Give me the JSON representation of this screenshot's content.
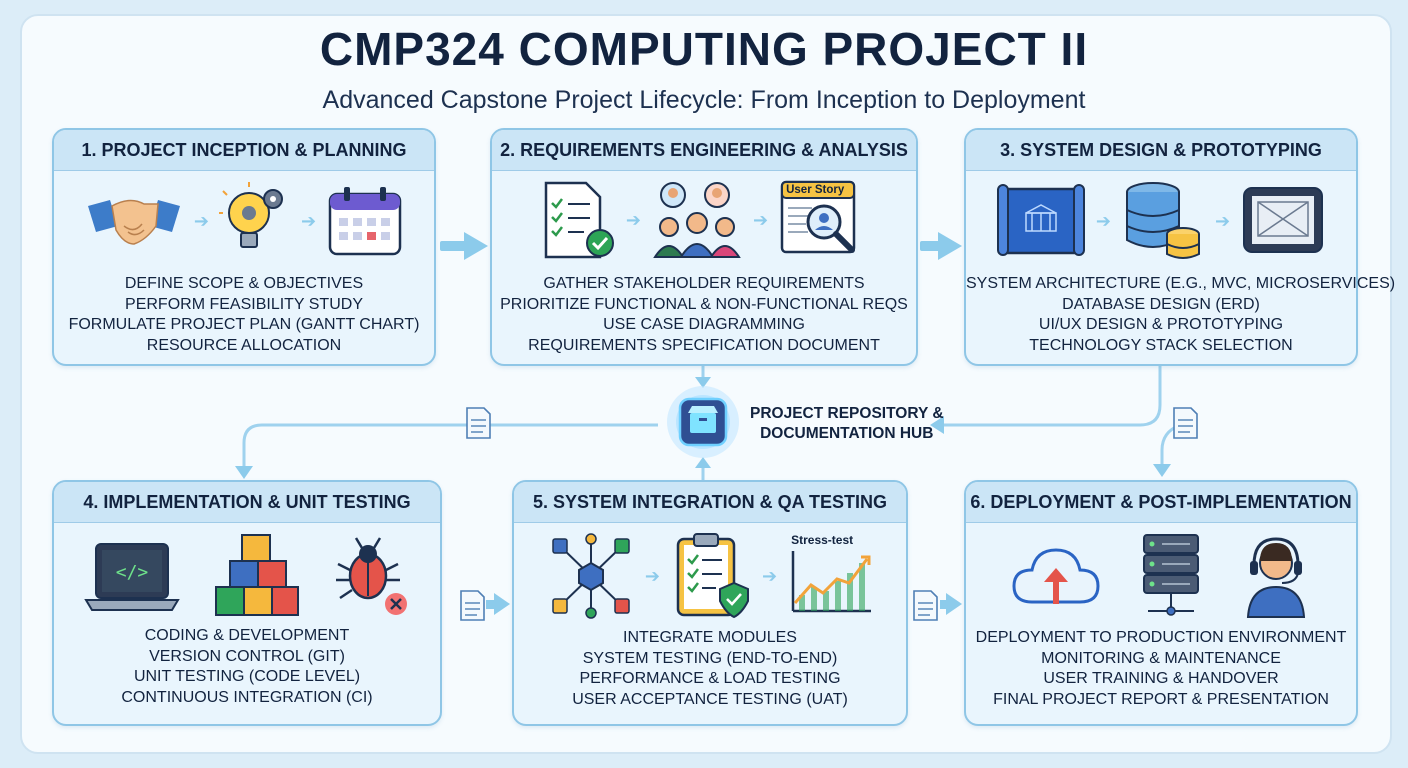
{
  "header": {
    "title": "CMP324 COMPUTING PROJECT II",
    "subtitle": "Advanced Capstone Project Lifecycle: From Inception to Deployment"
  },
  "phases": [
    {
      "title": "1. PROJECT INCEPTION & PLANNING",
      "icons": [
        "handshake-icon",
        "lightbulb-gears-icon",
        "calendar-icon"
      ],
      "items": [
        "Define Scope & Objectives",
        "Perform Feasibility Study",
        "Formulate Project Plan (Gantt Chart)",
        "Resource Allocation"
      ]
    },
    {
      "title": "2. REQUIREMENTS ENGINEERING & ANALYSIS",
      "icons": [
        "checklist-document-icon",
        "stakeholders-icon",
        "user-story-icon"
      ],
      "user_story_label": "User Story",
      "items": [
        "Gather Stakeholder Requirements",
        "Prioritize Functional & Non-Functional Reqs",
        "Use Case Diagramming",
        "Requirements Specification Document"
      ]
    },
    {
      "title": "3. SYSTEM DESIGN & PROTOTYPING",
      "icons": [
        "blueprint-icon",
        "database-icon",
        "tablet-wireframe-icon"
      ],
      "items": [
        "System Architecture (e.g., MVC, Microservices)",
        "Database Design (ERD)",
        "UI/UX Design & Prototyping",
        "Technology Stack Selection"
      ]
    },
    {
      "title": "4. IMPLEMENTATION & UNIT TESTING",
      "icons": [
        "laptop-code-icon",
        "modules-blocks-icon",
        "bug-icon"
      ],
      "items": [
        "Coding & Development",
        "Version Control (Git)",
        "Unit Testing (Code level)",
        "Continuous Integration (CI)"
      ]
    },
    {
      "title": "5. SYSTEM INTEGRATION & QA TESTING",
      "icons": [
        "network-hub-icon",
        "clipboard-check-icon",
        "stress-test-chart-icon"
      ],
      "stress_label": "Stress-test",
      "items": [
        "Integrate Modules",
        "System Testing (End-to-End)",
        "Performance & Load Testing",
        "User Acceptance Testing (UAT)"
      ]
    },
    {
      "title": "6. DEPLOYMENT & POST-IMPLEMENTATION",
      "icons": [
        "cloud-upload-icon",
        "server-rack-icon",
        "support-agent-icon"
      ],
      "items": [
        "Deployment to Production Environment",
        "Monitoring & Maintenance",
        "User Training & Handover",
        "Final Project Report & Presentation"
      ]
    }
  ],
  "hub": {
    "line1": "PROJECT REPOSITORY &",
    "line2": "DOCUMENTATION HUB",
    "icon": "repository-box-icon"
  },
  "colors": {
    "navy": "#12233f",
    "panel": "#e9f5fd",
    "panel_border": "#8fc6e6",
    "arrow": "#8ccbeb",
    "connector": "#9fd2ee"
  }
}
